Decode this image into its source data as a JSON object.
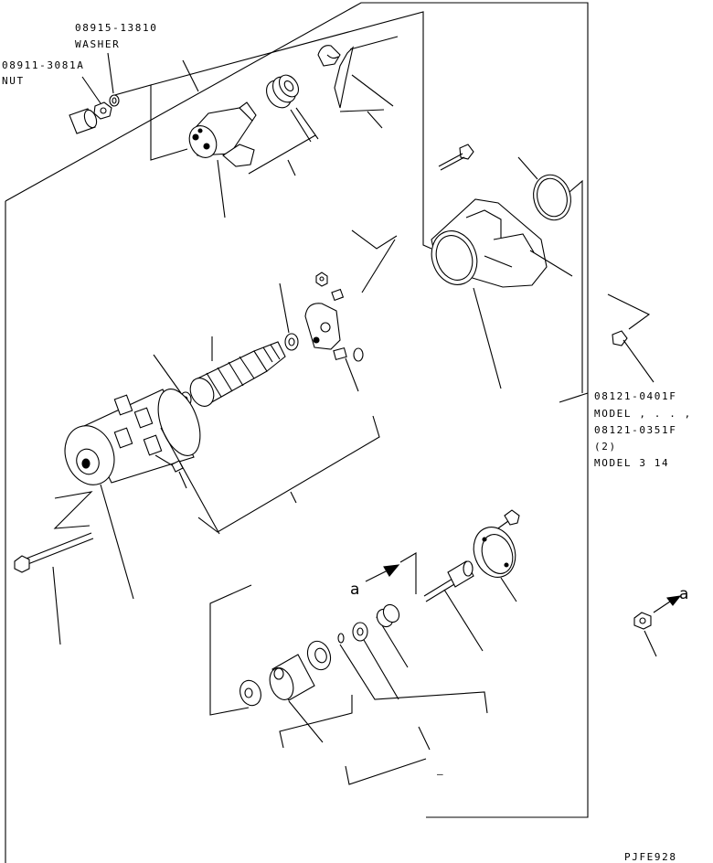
{
  "callouts": {
    "washer_part_no": "08915-13810",
    "washer_name": "WASHER",
    "nut_part_no": "08911-3081A",
    "nut_name": "NUT",
    "bolt_part_no_1": "08121-0401F",
    "bolt_model_1": "MODEL , . . ,",
    "bolt_part_no_2": "08121-0351F",
    "bolt_qty_2": "(2)",
    "bolt_model_2": "MODEL 3 14"
  },
  "arrows": {
    "ref_left": "a",
    "ref_right": "a"
  },
  "footer": {
    "drawing_code": "PJFE928",
    "small_mark": "–"
  }
}
